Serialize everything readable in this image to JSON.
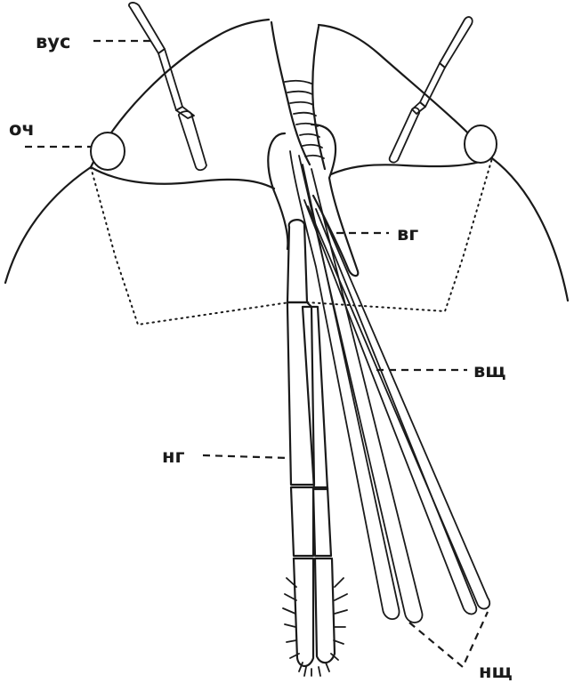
{
  "labels": {
    "antenna": "вус",
    "eye": "оч",
    "upper_lip": "вг",
    "upper_jaw_bristles": "вщ",
    "lower_lip": "нг",
    "lower_jaw_bristles": "нщ"
  },
  "colors": {
    "ink": "#1a1a1a",
    "background": "#ffffff"
  }
}
